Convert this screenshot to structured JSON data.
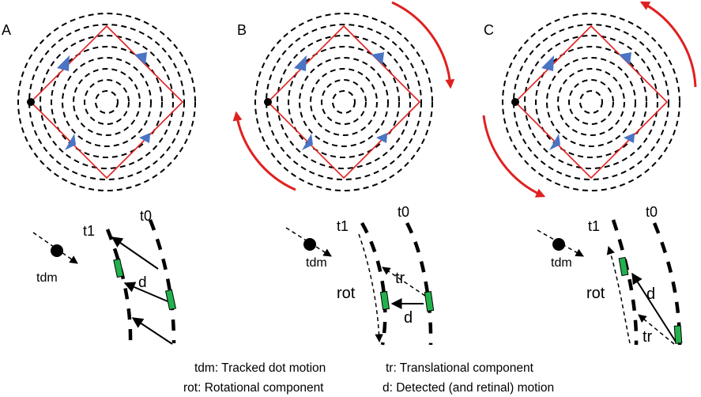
{
  "panels": [
    {
      "id": "A",
      "label": "A",
      "arrow_color": "#e02020"
    },
    {
      "id": "B",
      "label": "B",
      "arrow_color": "#e02020"
    },
    {
      "id": "C",
      "label": "C",
      "arrow_color": "#e02020"
    }
  ],
  "motion_labels": {
    "t1": "t1",
    "t0": "t0",
    "tdm": "tdm",
    "d": "d",
    "rot": "rot",
    "tr": "tr"
  },
  "legend": {
    "tdm": "tdm: Tracked dot motion",
    "rot": "rot: Rotational component",
    "tr": "tr: Translational component",
    "d": "d: Detected (and retinal) motion"
  },
  "colors": {
    "square": "#e02020",
    "triangle": "#4a74c4",
    "patch": "#22b14c",
    "rotation_arrow": "#e02020"
  }
}
